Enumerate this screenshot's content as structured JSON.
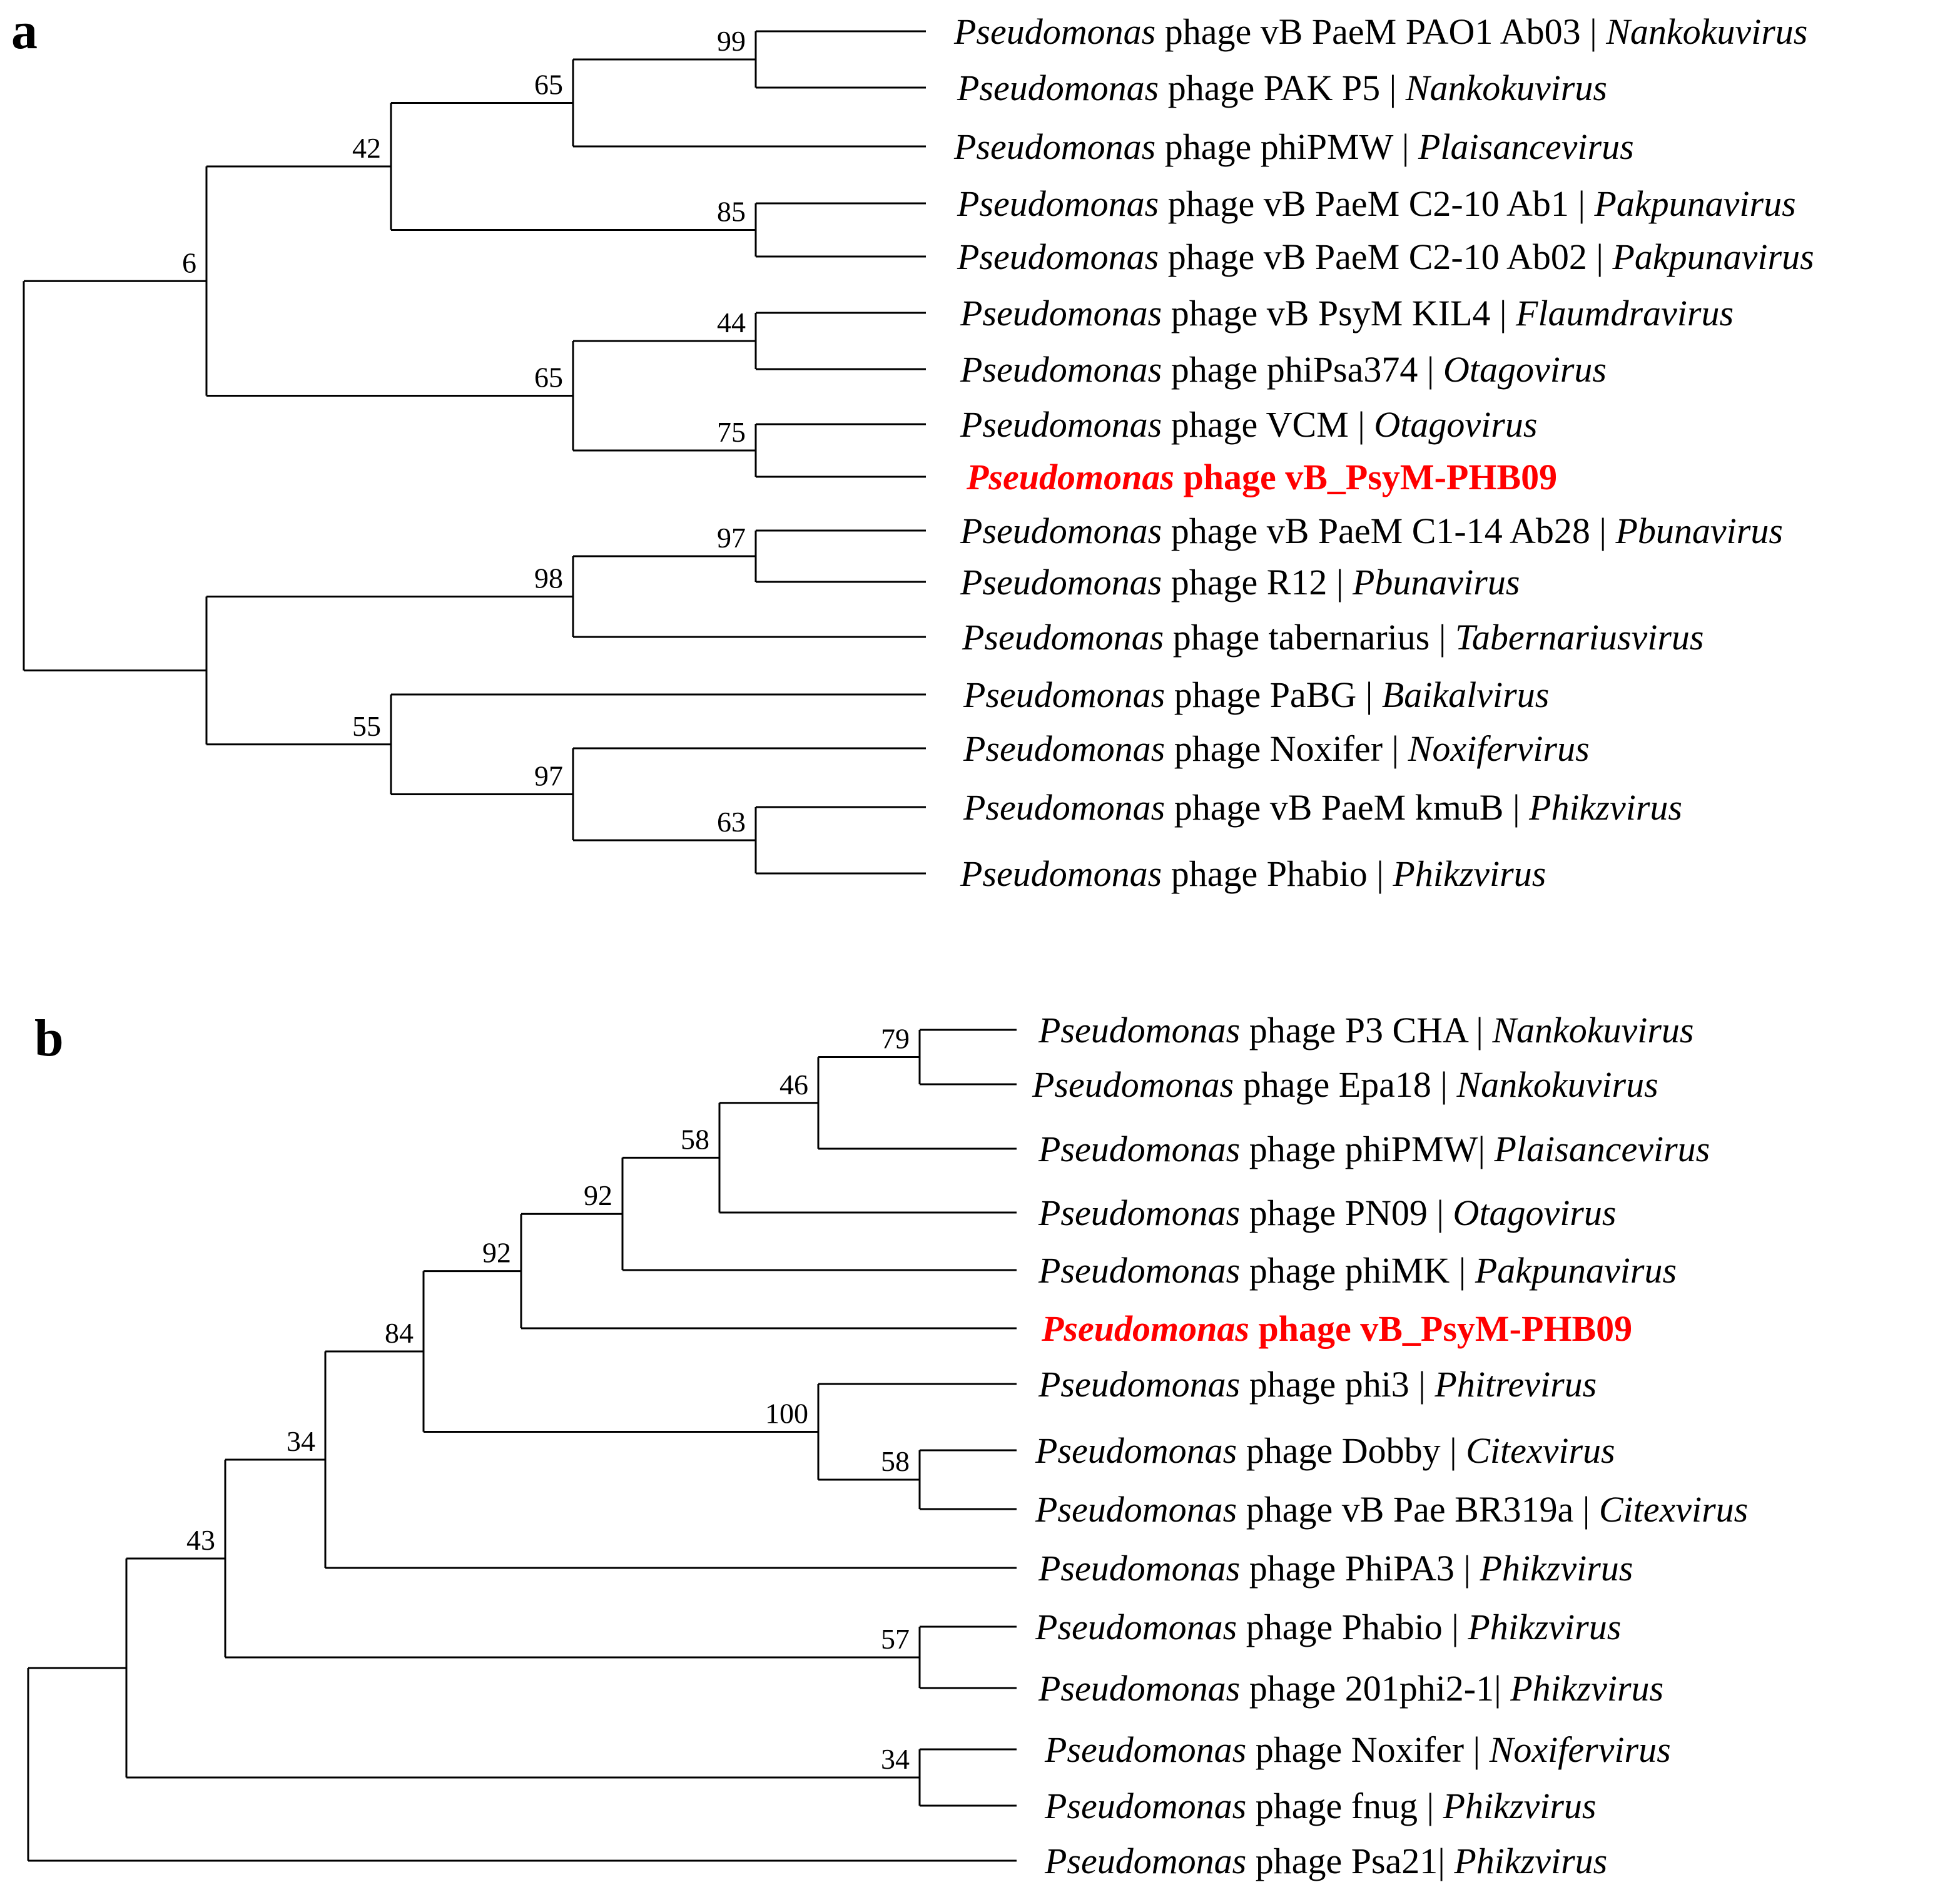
{
  "panels": [
    {
      "label": "a",
      "tips": [
        {
          "genus": "Pseudomonas",
          "name": " phage vB PaeM PAO1 Ab03 | ",
          "virus": "Nankokuvirus"
        },
        {
          "genus": "Pseudomonas",
          "name": " phage PAK P5 | ",
          "virus": "Nankokuvirus"
        },
        {
          "genus": "Pseudomonas",
          "name": " phage phiPMW | ",
          "virus": "Plaisancevirus"
        },
        {
          "genus": "Pseudomonas",
          "name": " phage vB PaeM C2-10 Ab1 | ",
          "virus": "Pakpunavirus"
        },
        {
          "genus": "Pseudomonas",
          "name": " phage vB PaeM C2-10 Ab02 | ",
          "virus": "Pakpunavirus"
        },
        {
          "genus": "Pseudomonas",
          "name": " phage vB PsyM KIL4 | ",
          "virus": "Flaumdravirus"
        },
        {
          "genus": "Pseudomonas",
          "name": " phage phiPsa374 | ",
          "virus": "Otagovirus"
        },
        {
          "genus": "Pseudomonas",
          "name": " phage VCM | ",
          "virus": "Otagovirus"
        },
        {
          "genus": "Pseudomonas",
          "name": " phage vB_PsyM-PHB09",
          "virus": "",
          "highlight": true
        },
        {
          "genus": "Pseudomonas",
          "name": " phage vB PaeM C1-14 Ab28 | ",
          "virus": "Pbunavirus"
        },
        {
          "genus": "Pseudomonas",
          "name": " phage R12 | ",
          "virus": "Pbunavirus"
        },
        {
          "genus": "Pseudomonas",
          "name": " phage tabernarius | ",
          "virus": "Tabernariusvirus"
        },
        {
          "genus": "Pseudomonas",
          "name": " phage PaBG | ",
          "virus": "Baikalvirus"
        },
        {
          "genus": "Pseudomonas",
          "name": " phage Noxifer | ",
          "virus": "Noxifervirus"
        },
        {
          "genus": "Pseudomonas",
          "name": " phage vB PaeM kmuB | ",
          "virus": "Phikzvirus"
        },
        {
          "genus": "Pseudomonas",
          "name": " phage Phabio | ",
          "virus": "Phikzvirus"
        }
      ],
      "bootstrap": [
        "99",
        "65",
        "42",
        "85",
        "6",
        "44",
        "75",
        "65",
        "97",
        "98",
        "63",
        "97",
        "55"
      ]
    },
    {
      "label": "b",
      "tips": [
        {
          "genus": "Pseudomonas",
          "name": " phage P3 CHA | ",
          "virus": "Nankokuvirus"
        },
        {
          "genus": "Pseudomonas",
          "name": " phage Epa18 | ",
          "virus": "Nankokuvirus"
        },
        {
          "genus": "Pseudomonas",
          "name": " phage phiPMW| ",
          "virus": "Plaisancevirus"
        },
        {
          "genus": "Pseudomonas",
          "name": " phage PN09 | ",
          "virus": "Otagovirus"
        },
        {
          "genus": "Pseudomonas",
          "name": " phage phiMK | ",
          "virus": "Pakpunavirus"
        },
        {
          "genus": "Pseudomonas",
          "name": " phage vB_PsyM-PHB09",
          "virus": "",
          "highlight": true
        },
        {
          "genus": "Pseudomonas",
          "name": " phage phi3 | ",
          "virus": "Phitrevirus"
        },
        {
          "genus": "Pseudomonas",
          "name": " phage Dobby | ",
          "virus": "Citexvirus"
        },
        {
          "genus": "Pseudomonas",
          "name": " phage vB Pae BR319a | ",
          "virus": "Citexvirus"
        },
        {
          "genus": "Pseudomonas",
          "name": " phage PhiPA3 | ",
          "virus": "Phikzvirus"
        },
        {
          "genus": "Pseudomonas",
          "name": " phage Phabio | ",
          "virus": "Phikzvirus"
        },
        {
          "genus": "Pseudomonas",
          "name": " phage 201phi2-1| ",
          "virus": "Phikzvirus"
        },
        {
          "genus": "Pseudomonas",
          "name": " phage Noxifer | ",
          "virus": "Noxifervirus"
        },
        {
          "genus": "Pseudomonas",
          "name": " phage fnug | ",
          "virus": "Phikzvirus"
        },
        {
          "genus": "Pseudomonas",
          "name": " phage Psa21| ",
          "virus": "Phikzvirus"
        }
      ],
      "bootstrap": [
        "79",
        "46",
        "58",
        "92",
        "92",
        "100",
        "58",
        "84",
        "34",
        "57",
        "43",
        "34"
      ]
    }
  ]
}
